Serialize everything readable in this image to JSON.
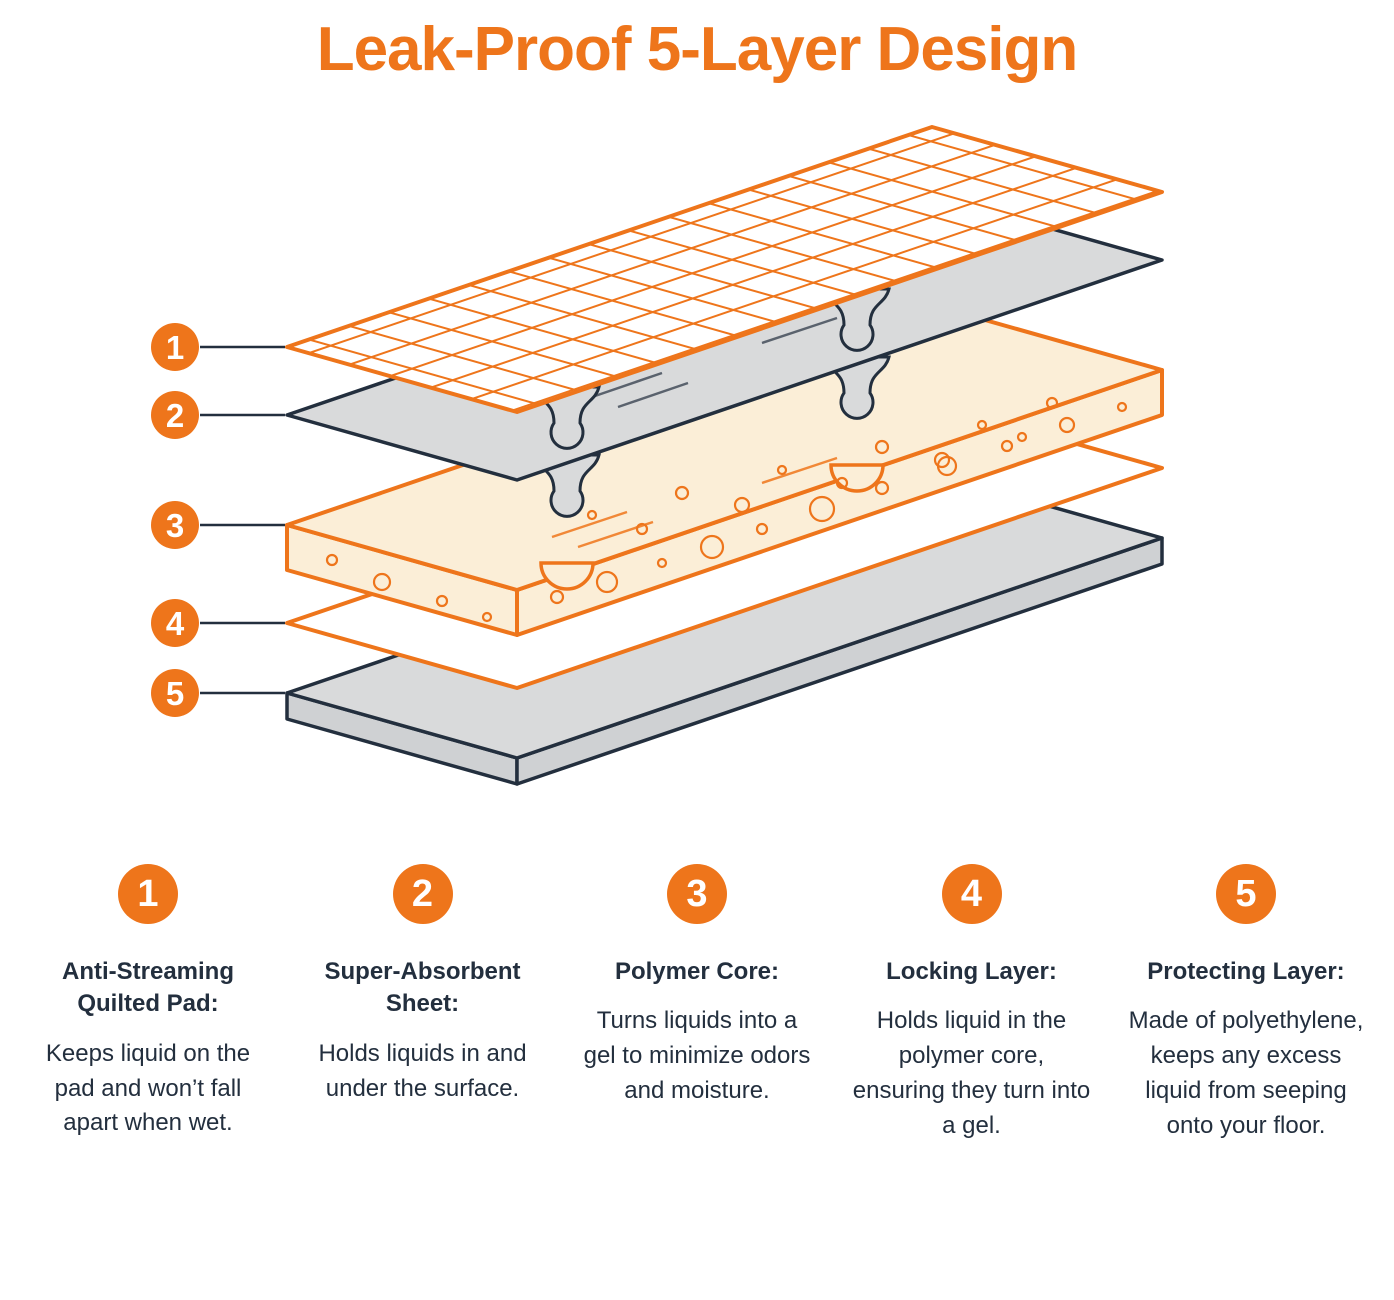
{
  "title": "Leak-Proof 5-Layer Design",
  "colors": {
    "accent_orange": "#EE751B",
    "ink_navy": "#232F3E",
    "layer_gray": "#D9DADB",
    "core_cream": "#FBEED7",
    "background": "#FFFFFF"
  },
  "layers": [
    {
      "num": "1",
      "heading": "Anti-Streaming Quilted Pad:",
      "body": "Keeps liquid on the pad and won’t fall apart when wet."
    },
    {
      "num": "2",
      "heading": "Super-Absorbent Sheet:",
      "body": "Holds liquids in and under the surface."
    },
    {
      "num": "3",
      "heading": "Polymer Core:",
      "body": "Turns liquids into a gel to minimize odors and moisture."
    },
    {
      "num": "4",
      "heading": "Locking Layer:",
      "body": "Holds liquid in the polymer core, ensuring they turn into a gel."
    },
    {
      "num": "5",
      "heading": "Protecting Layer:",
      "body": "Made of polyethylene, keeps any excess liquid from seeping onto your floor."
    }
  ]
}
